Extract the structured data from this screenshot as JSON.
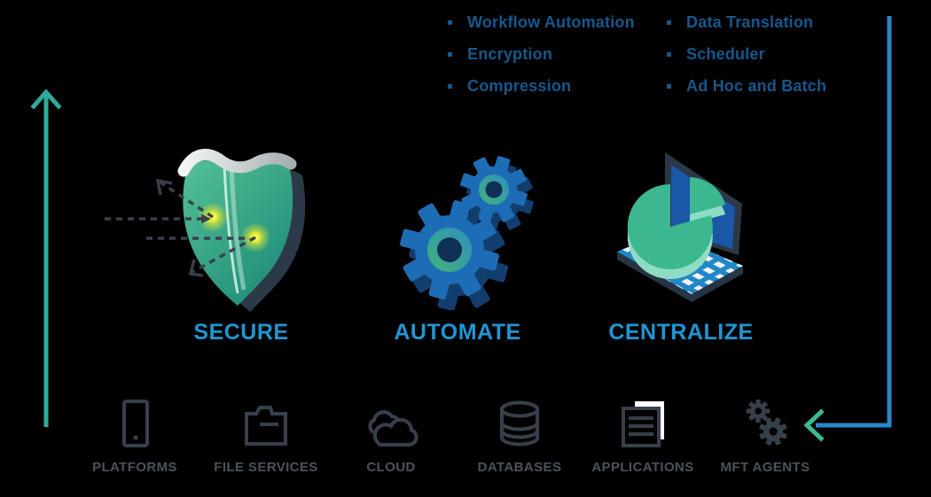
{
  "palette": {
    "background": "#000000",
    "teal": "#2faa9b",
    "arrow_blue": "#2b87c8",
    "arrowhead_green": "#3cbb8e",
    "feature_blue": "#1f96d2",
    "capability_text": "#17578b",
    "endpoint_icon": "#373f4b",
    "endpoint_label": "#4c525b",
    "shield_green": "#3aae8c",
    "gear_blue": "#1d6db6",
    "glow_yellow": "#e8f23a"
  },
  "capabilities": {
    "column1": [
      "Workflow Automation",
      "Encryption",
      "Compression"
    ],
    "column2": [
      "Data Translation",
      "Scheduler",
      "Ad Hoc and Batch"
    ]
  },
  "features": [
    {
      "id": "secure",
      "label": "SECURE",
      "icon": "shield-deflect-icon"
    },
    {
      "id": "automate",
      "label": "AUTOMATE",
      "icon": "gears-icon"
    },
    {
      "id": "centralize",
      "label": "CENTRALIZE",
      "icon": "laptop-pie-chart-icon"
    }
  ],
  "endpoints": [
    {
      "id": "platforms",
      "label": "PLATFORMS",
      "icon": "mobile-device-icon"
    },
    {
      "id": "file-services",
      "label": "FILE SERVICES",
      "icon": "folder-icon"
    },
    {
      "id": "cloud",
      "label": "CLOUD",
      "icon": "clouds-icon"
    },
    {
      "id": "databases",
      "label": "DATABASES",
      "icon": "database-cylinder-icon"
    },
    {
      "id": "applications",
      "label": "APPLICATIONS",
      "icon": "stacked-documents-icon"
    },
    {
      "id": "mft-agents",
      "label": "MFT AGENTS",
      "icon": "small-gears-icon"
    }
  ]
}
